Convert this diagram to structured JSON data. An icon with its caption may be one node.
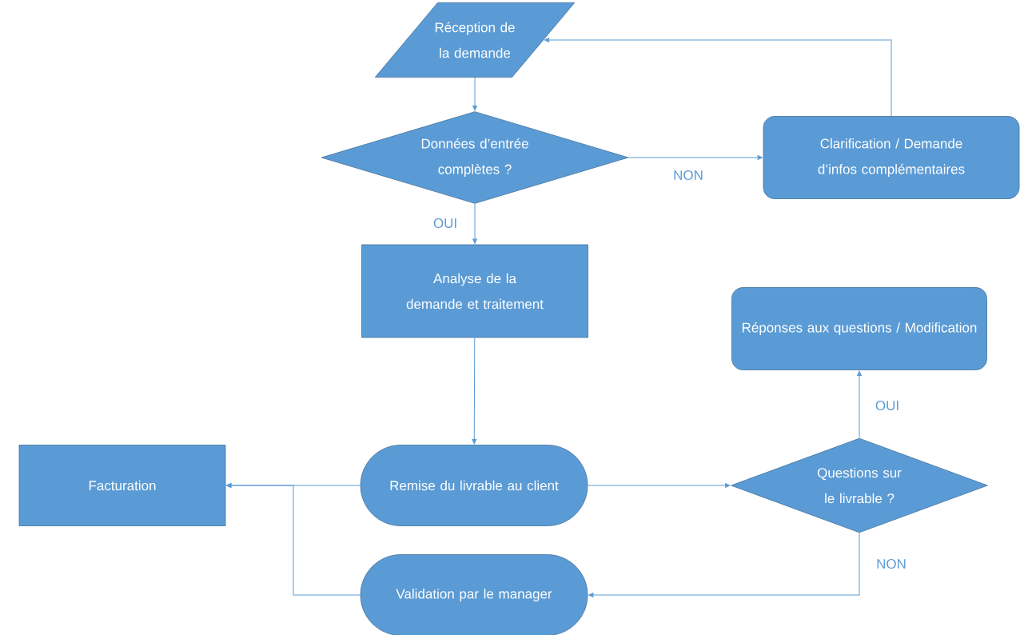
{
  "diagram": {
    "nodes": [
      {
        "text": [
          "Réception de la demande"
        ]
      },
      {
        "text": [
          "Données d’entrée complètes ?"
        ]
      },
      {
        "text": [
          "Clarification / Demande d’infos complémentaires"
        ]
      },
      {
        "text": [
          "Analyse de la demande et traitement"
        ]
      },
      {
        "text": [
          "Réponses aux questions / Modification"
        ]
      },
      {
        "text": [
          "Facturation"
        ]
      },
      {
        "text": [
          "Remise du livrable au client"
        ]
      },
      {
        "text": [
          "Questions sur le livrable ?"
        ]
      },
      {
        "text": [
          "Validation par le manager"
        ]
      }
    ],
    "edges": [
      {
        "from": 0,
        "to": 1,
        "arrow": "to"
      },
      {
        "from": 1,
        "to": 2,
        "arrow": "to",
        "label": "NON"
      },
      {
        "from": 2,
        "to": 0,
        "arrow": "to"
      },
      {
        "from": 1,
        "to": 3,
        "arrow": "to",
        "label": "OUI"
      },
      {
        "from": 3,
        "to": 6,
        "arrow": "to"
      },
      {
        "from": 6,
        "to": 5,
        "arrow": "to"
      },
      {
        "from": 8,
        "to": 5,
        "arrow": "to"
      },
      {
        "from": 6,
        "to": 7,
        "arrow": "to"
      },
      {
        "from": 7,
        "to": 4,
        "arrow": "to",
        "label": "OUI"
      },
      {
        "from": 7,
        "to": 8,
        "arrow": "to",
        "label": "NON"
      }
    ]
  }
}
